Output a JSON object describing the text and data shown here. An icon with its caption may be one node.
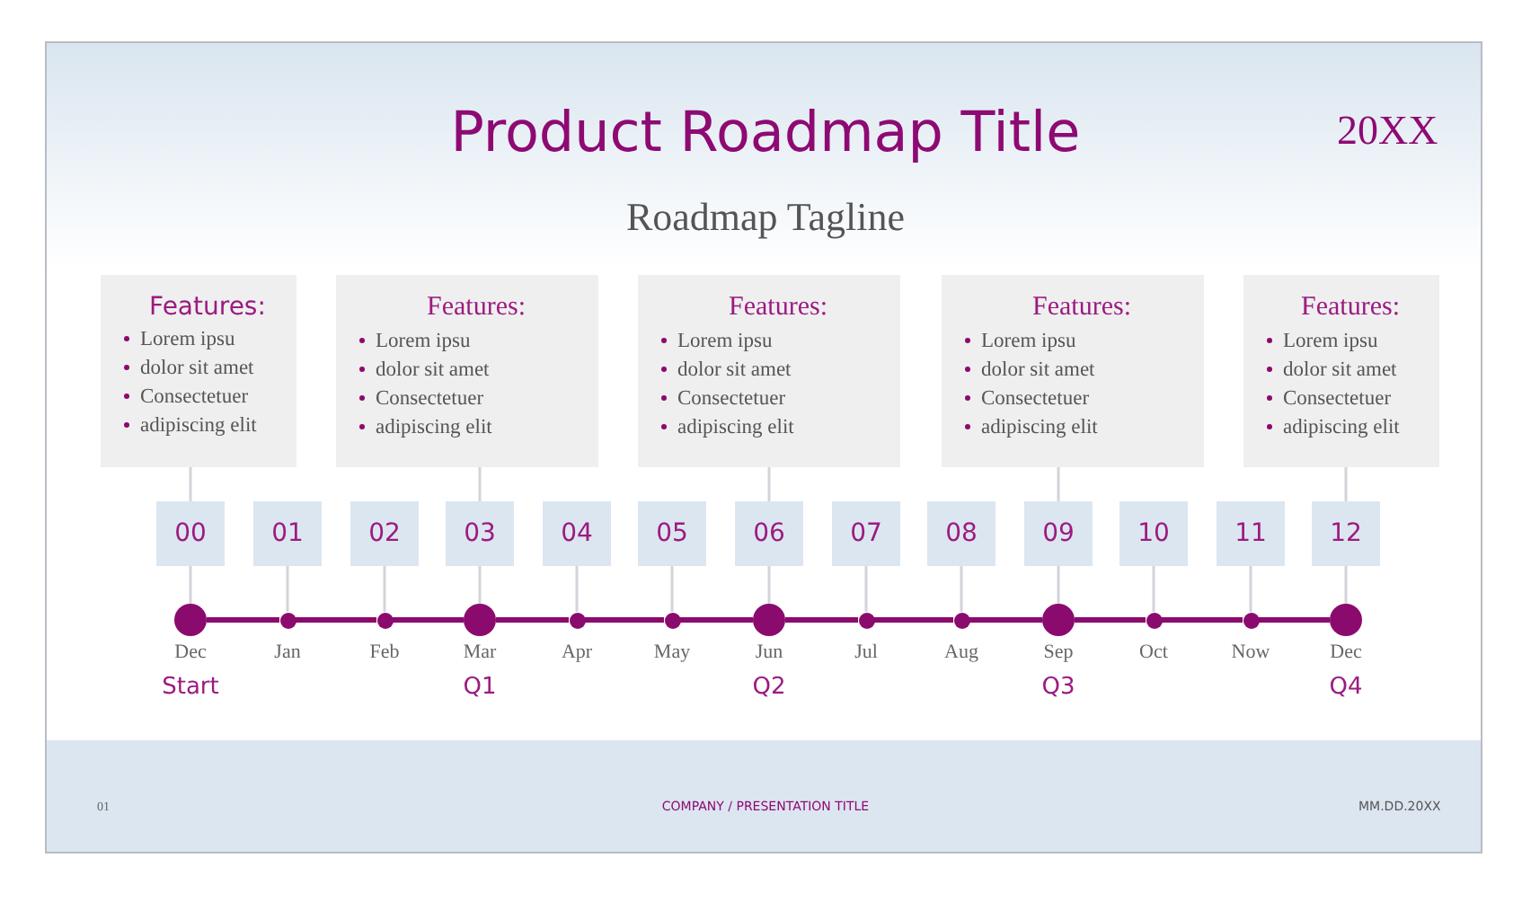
{
  "diagram": {
    "title": "Product Roadmap Title",
    "nodes": [
      {
        "text": [
          "Features:",
          "Lorem ipsu",
          "dolor sit amet",
          "Consectetuer",
          "adipiscing elit"
        ]
      },
      {
        "text": [
          "Features:",
          "Lorem ipsu",
          "dolor sit amet",
          "Consectetuer",
          "adipiscing elit"
        ]
      },
      {
        "text": [
          "Features:",
          "Lorem ipsu",
          "dolor sit amet",
          "Consectetuer",
          "adipiscing elit"
        ]
      },
      {
        "text": [
          "Features:",
          "Lorem ipsu",
          "dolor sit amet",
          "Consectetuer",
          "adipiscing elit"
        ]
      },
      {
        "text": [
          "Features:",
          "Lorem ipsu",
          "dolor sit amet",
          "Consectetuer",
          "adipiscing elit"
        ]
      },
      {
        "text": [
          "00"
        ]
      },
      {
        "text": [
          "01"
        ]
      },
      {
        "text": [
          "02"
        ]
      },
      {
        "text": [
          "03"
        ]
      },
      {
        "text": [
          "04"
        ]
      },
      {
        "text": [
          "05"
        ]
      },
      {
        "text": [
          "06"
        ]
      },
      {
        "text": [
          "07"
        ]
      },
      {
        "text": [
          "08"
        ]
      },
      {
        "text": [
          "09"
        ]
      },
      {
        "text": [
          "10"
        ]
      },
      {
        "text": [
          "11"
        ]
      },
      {
        "text": [
          "12"
        ]
      },
      {
        "text": [],
        "shape": "circle",
        "beside": [
          "Dec",
          "Start"
        ]
      },
      {
        "text": [],
        "shape": "circle",
        "beside": [
          "Jan"
        ]
      },
      {
        "text": [],
        "shape": "circle",
        "beside": [
          "Feb"
        ]
      },
      {
        "text": [],
        "shape": "circle",
        "beside": [
          "Mar",
          "Q1"
        ]
      },
      {
        "text": [],
        "shape": "circle",
        "beside": [
          "Apr"
        ]
      },
      {
        "text": [],
        "shape": "circle",
        "beside": [
          "May"
        ]
      },
      {
        "text": [],
        "shape": "circle",
        "beside": [
          "Jun",
          "Q2"
        ]
      },
      {
        "text": [],
        "shape": "circle",
        "beside": [
          "Jul"
        ]
      },
      {
        "text": [],
        "shape": "circle",
        "beside": [
          "Aug"
        ]
      },
      {
        "text": [],
        "shape": "circle",
        "beside": [
          "Sep",
          "Q3"
        ]
      },
      {
        "text": [],
        "shape": "circle",
        "beside": [
          "Oct"
        ]
      },
      {
        "text": [],
        "shape": "circle",
        "beside": [
          "Now"
        ]
      },
      {
        "text": [],
        "shape": "circle",
        "beside": [
          "Dec",
          "Q4"
        ]
      }
    ],
    "edges": [
      {
        "from": 0,
        "to": 5,
        "arrow": "none"
      },
      {
        "from": 1,
        "to": 8,
        "arrow": "none"
      },
      {
        "from": 2,
        "to": 11,
        "arrow": "none"
      },
      {
        "from": 3,
        "to": 14,
        "arrow": "none"
      },
      {
        "from": 4,
        "to": 17,
        "arrow": "none"
      },
      {
        "from": 5,
        "to": 18,
        "arrow": "none"
      },
      {
        "from": 6,
        "to": 19,
        "arrow": "none"
      },
      {
        "from": 7,
        "to": 20,
        "arrow": "none"
      },
      {
        "from": 8,
        "to": 21,
        "arrow": "none"
      },
      {
        "from": 9,
        "to": 22,
        "arrow": "none"
      },
      {
        "from": 10,
        "to": 23,
        "arrow": "none"
      },
      {
        "from": 11,
        "to": 24,
        "arrow": "none"
      },
      {
        "from": 12,
        "to": 25,
        "arrow": "none"
      },
      {
        "from": 13,
        "to": 26,
        "arrow": "none"
      },
      {
        "from": 14,
        "to": 27,
        "arrow": "none"
      },
      {
        "from": 15,
        "to": 28,
        "arrow": "none"
      },
      {
        "from": 16,
        "to": 29,
        "arrow": "none"
      },
      {
        "from": 17,
        "to": 30,
        "arrow": "none"
      },
      {
        "from": 18,
        "to": 19,
        "arrow": "none",
        "style": "thick",
        "color": "#8b0a6e"
      },
      {
        "from": 19,
        "to": 20,
        "arrow": "none",
        "style": "thick",
        "color": "#8b0a6e"
      },
      {
        "from": 20,
        "to": 21,
        "arrow": "none",
        "style": "thick",
        "color": "#8b0a6e"
      },
      {
        "from": 21,
        "to": 22,
        "arrow": "none",
        "style": "thick",
        "color": "#8b0a6e"
      },
      {
        "from": 22,
        "to": 23,
        "arrow": "none",
        "style": "thick",
        "color": "#8b0a6e"
      },
      {
        "from": 23,
        "to": 24,
        "arrow": "none",
        "style": "thick",
        "color": "#8b0a6e"
      },
      {
        "from": 24,
        "to": 25,
        "arrow": "none",
        "style": "thick",
        "color": "#8b0a6e"
      },
      {
        "from": 25,
        "to": 26,
        "arrow": "none",
        "style": "thick",
        "color": "#8b0a6e"
      },
      {
        "from": 26,
        "to": 27,
        "arrow": "none",
        "style": "thick",
        "color": "#8b0a6e"
      },
      {
        "from": 27,
        "to": 28,
        "arrow": "none",
        "style": "thick",
        "color": "#8b0a6e"
      },
      {
        "from": 28,
        "to": 29,
        "arrow": "none",
        "style": "thick",
        "color": "#8b0a6e"
      },
      {
        "from": 29,
        "to": 30,
        "arrow": "none",
        "style": "thick",
        "color": "#8b0a6e"
      }
    ],
    "labels": [
      "20XX",
      "Roadmap Tagline",
      "01",
      "COMPANY / PRESENTATION TITLE",
      "MM.DD.20XX"
    ]
  }
}
